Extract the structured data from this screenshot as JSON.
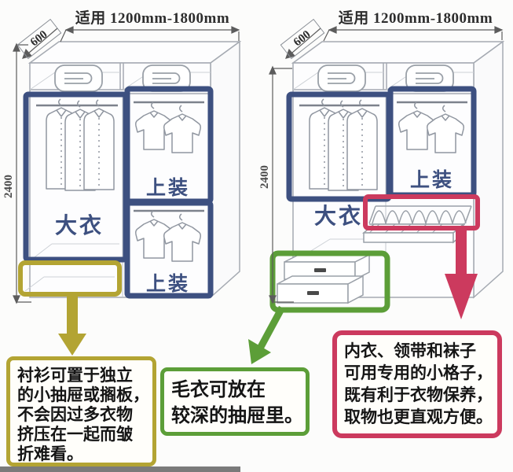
{
  "colors": {
    "section_outline_blue": "#3d5080",
    "shelf_outline_yellow": "#b3a433",
    "drawer_outline_green": "#5c9e38",
    "compartment_outline_red": "#cc3a5e",
    "cabinet_line_gray": "#a5aab2"
  },
  "wardrobes": [
    {
      "name": "left-wardrobe",
      "width_label": "适用 1200mm-1800mm",
      "depth_label": "600",
      "height_label": "2400",
      "sections": [
        {
          "label": "大衣",
          "zone": "coat-hanging",
          "outline": "#3d5080"
        },
        {
          "label": "上装",
          "zone": "tops-hanging-upper",
          "outline": "#3d5080"
        },
        {
          "label": "上装",
          "zone": "tops-hanging-lower",
          "outline": "#3d5080"
        },
        {
          "label": "",
          "zone": "bottom-shelf",
          "outline": "#b3a433"
        }
      ]
    },
    {
      "name": "right-wardrobe",
      "width_label": "适用 1200mm-1800mm",
      "depth_label": "600",
      "height_label": "2400",
      "sections": [
        {
          "label": "大衣",
          "zone": "coat-hanging",
          "outline": "#3d5080"
        },
        {
          "label": "上装",
          "zone": "tops-hanging",
          "outline": "#3d5080"
        },
        {
          "label": "",
          "zone": "small-compartments",
          "outline": "#cc3a5e"
        },
        {
          "label": "",
          "zone": "deep-drawers",
          "outline": "#5c9e38"
        }
      ]
    }
  ],
  "callouts": [
    {
      "name": "shirt-tip",
      "accent": "#b3a433",
      "lines": [
        "衬衫可置于独立",
        "的小抽屉或搁板，",
        "不会因过多衣物",
        "挤压在一起而皱",
        "折难看。"
      ]
    },
    {
      "name": "sweater-tip",
      "accent": "#5c9e38",
      "lines": [
        "毛衣可放在",
        "较深的抽屉里。"
      ]
    },
    {
      "name": "accessories-tip",
      "accent": "#cc3a5e",
      "lines": [
        "内衣、领带和袜子",
        "可用专用的小格子，",
        "既有利于衣物保养，",
        "取物也更直观方便。"
      ]
    }
  ]
}
